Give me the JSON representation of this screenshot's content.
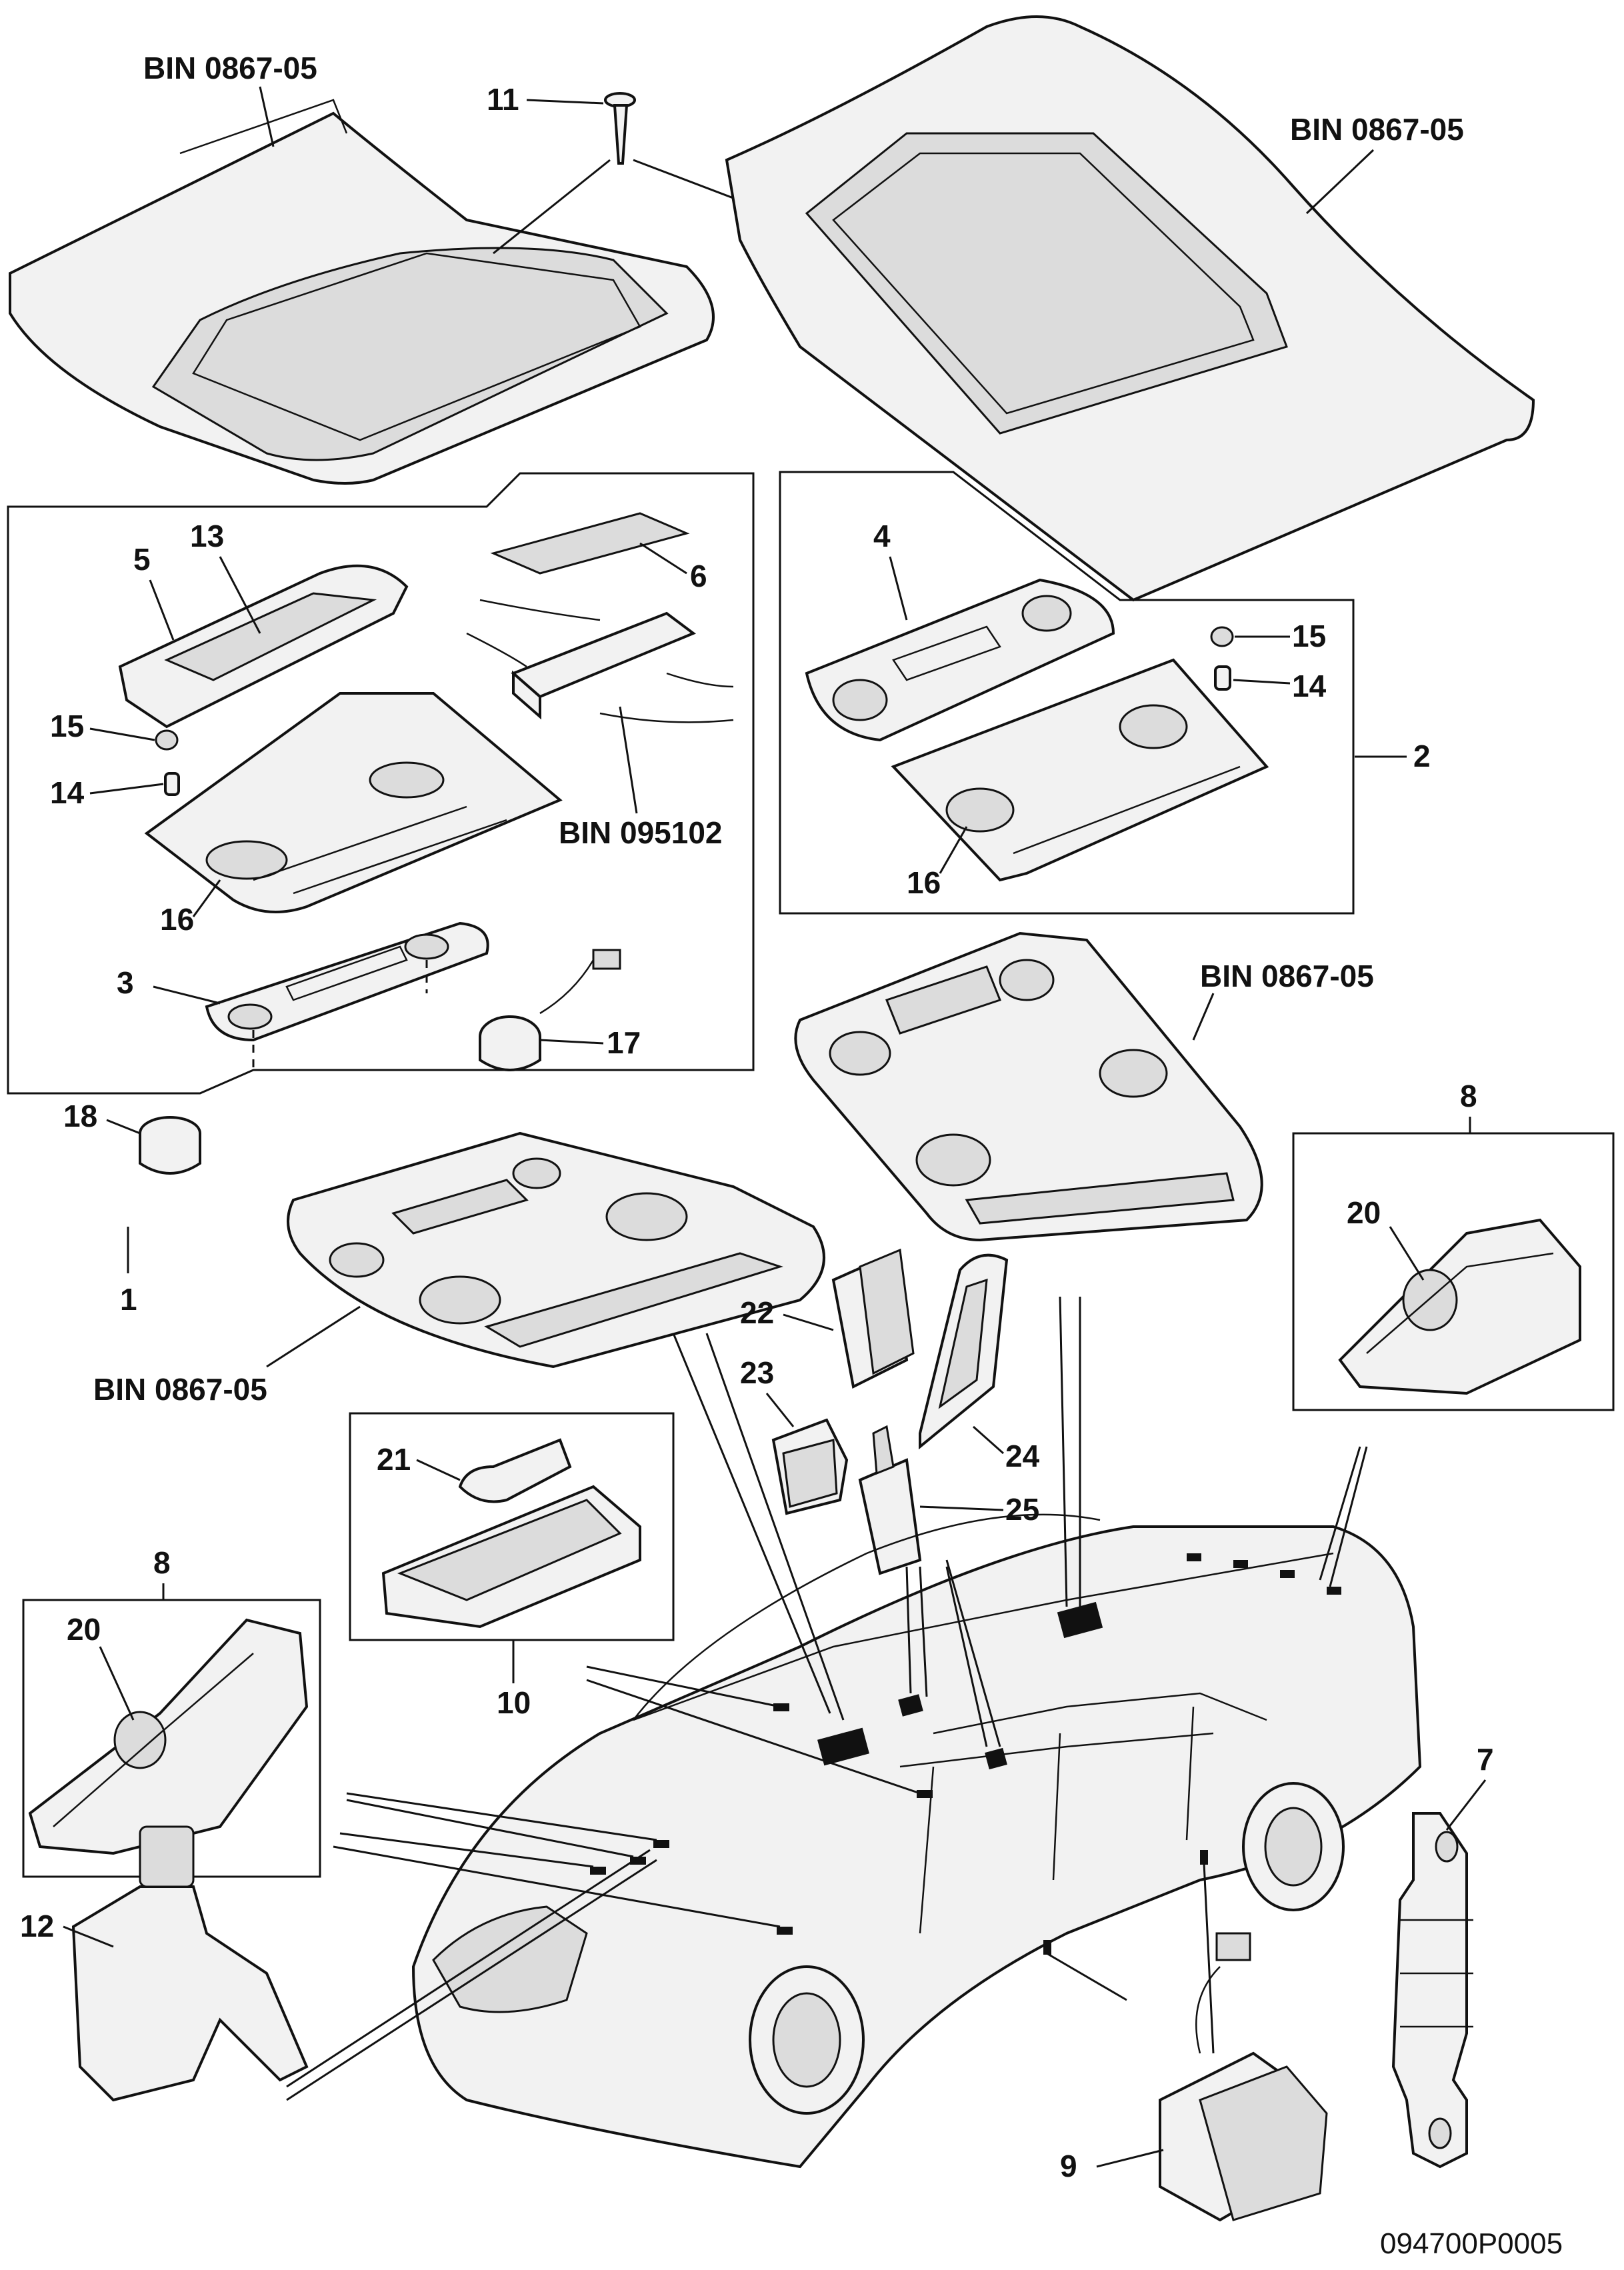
{
  "callouts": {
    "c1": "1",
    "c2": "2",
    "c3": "3",
    "c4": "4",
    "c5": "5",
    "c6": "6",
    "c7": "7",
    "c8a": "8",
    "c8b": "8",
    "c9": "9",
    "c10": "10",
    "c11": "11",
    "c12": "12",
    "c13": "13",
    "c14a": "14",
    "c14b": "14",
    "c15a": "15",
    "c15b": "15",
    "c16a": "16",
    "c16b": "16",
    "c17": "17",
    "c18": "18",
    "c20a": "20",
    "c20b": "20",
    "c21": "21",
    "c22": "22",
    "c23": "23",
    "c24": "24",
    "c25": "25"
  },
  "references": {
    "bin_top_left": "BIN 0867-05",
    "bin_top_right": "BIN 0867-05",
    "bin_mid_right": "BIN 0867-05",
    "bin_bottom_left": "BIN 0867-05",
    "bin_095102": "BIN 095102"
  },
  "drawing_number": "094700P0005"
}
